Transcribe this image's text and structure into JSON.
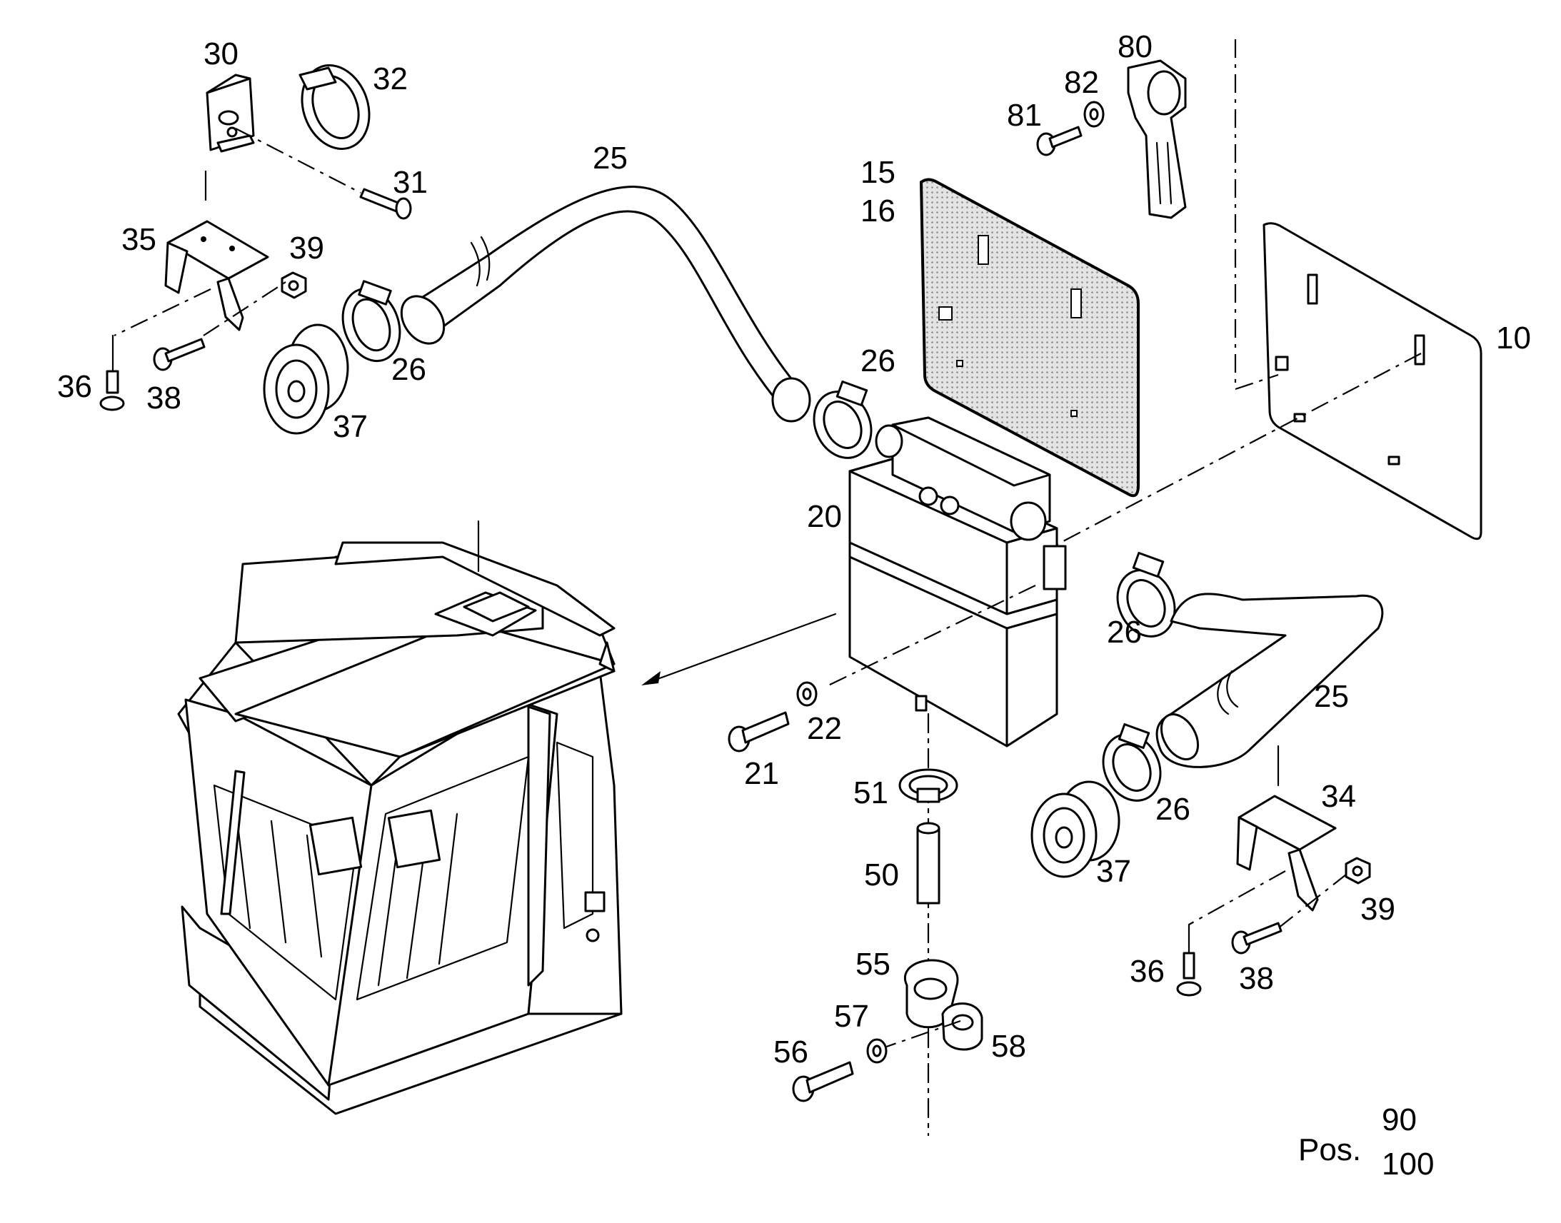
{
  "labels": {
    "p10": "10",
    "p15": "15",
    "p16": "16",
    "p20": "20",
    "p21": "21",
    "p22": "22",
    "p25a": "25",
    "p25b": "25",
    "p26a": "26",
    "p26b": "26",
    "p26c": "26",
    "p26d": "26",
    "p30": "30",
    "p31": "31",
    "p32": "32",
    "p34": "34",
    "p35": "35",
    "p36a": "36",
    "p36b": "36",
    "p37a": "37",
    "p37b": "37",
    "p38a": "38",
    "p38b": "38",
    "p39a": "39",
    "p39b": "39",
    "p50": "50",
    "p51": "51",
    "p55": "55",
    "p56": "56",
    "p57": "57",
    "p58": "58",
    "p80": "80",
    "p81": "81",
    "p82": "82"
  },
  "position_note": {
    "prefix": "Pos.",
    "line1": "90",
    "line2": "100"
  }
}
